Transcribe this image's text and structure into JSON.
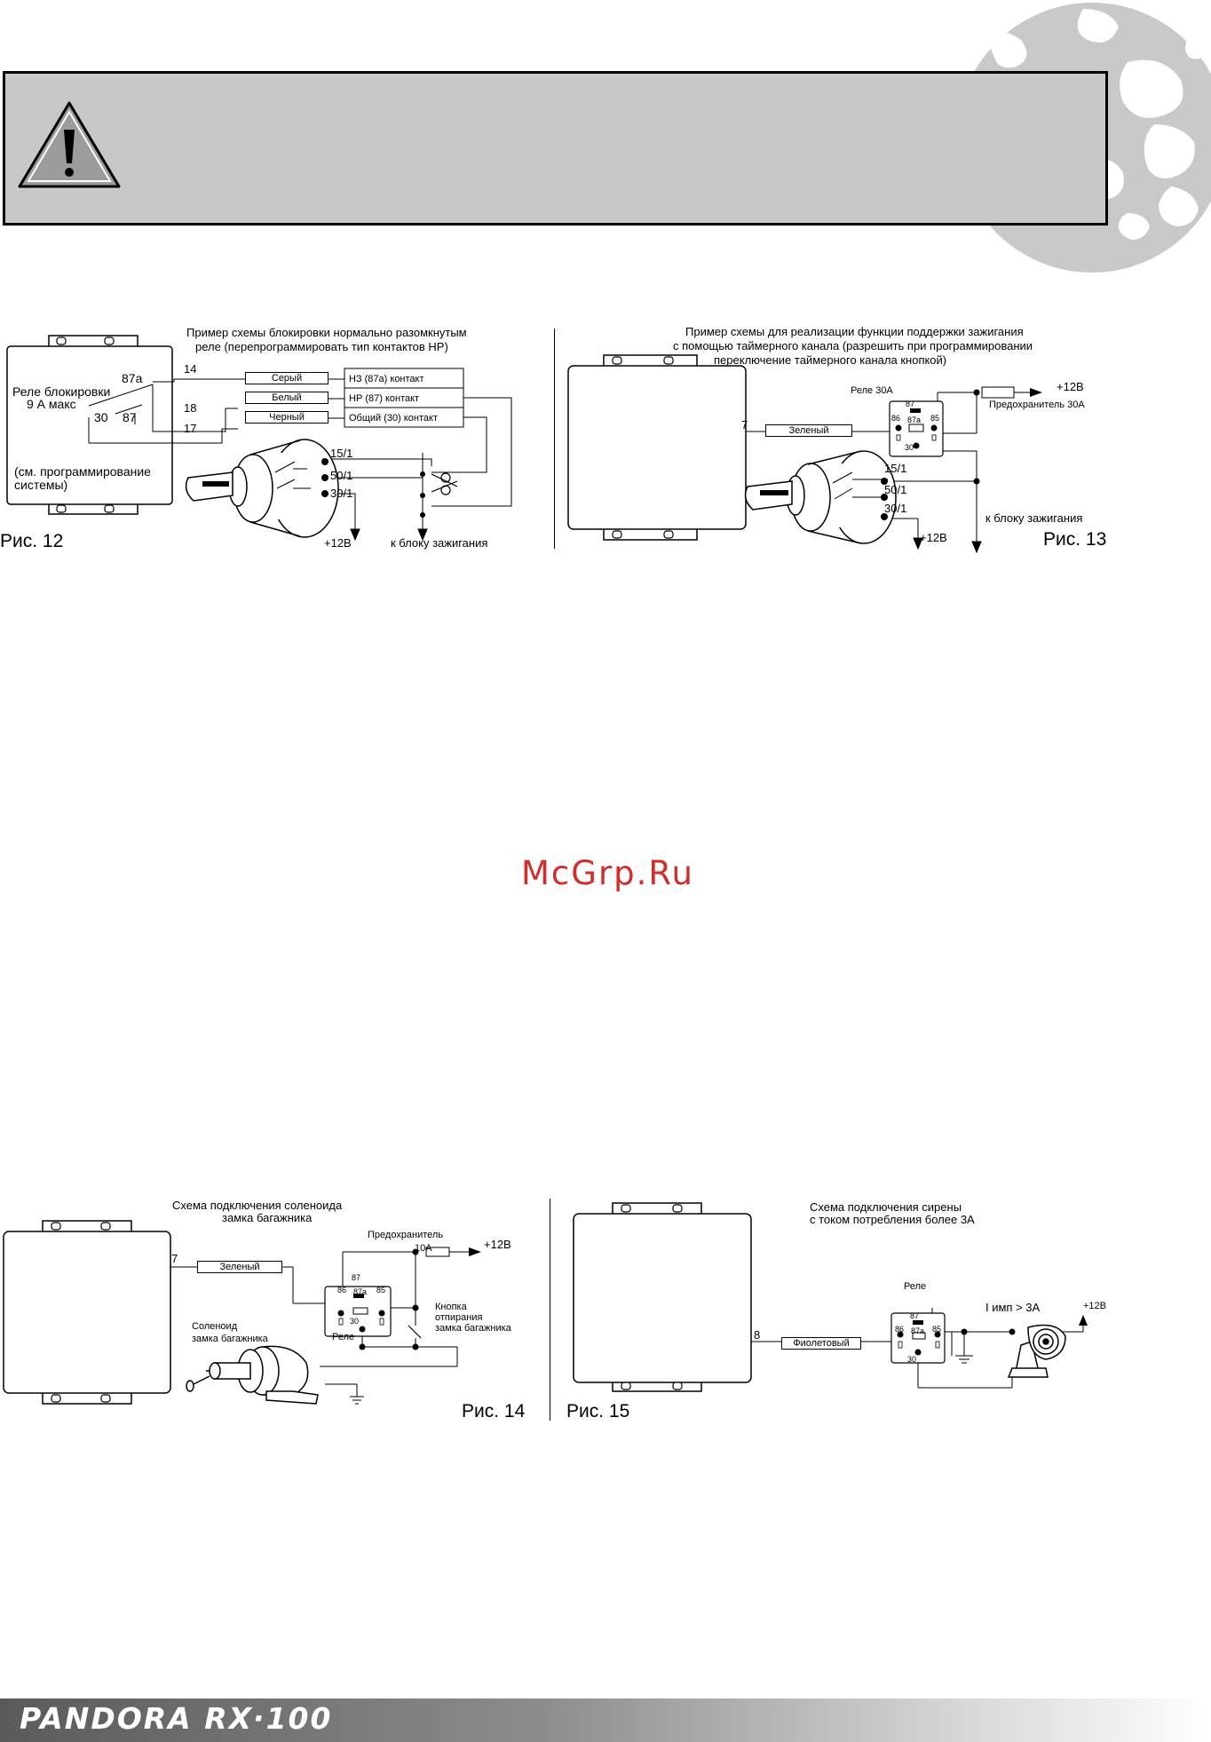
{
  "watermark": "McGrp.Ru",
  "footer": {
    "brand": "PANDORA  RX·100"
  },
  "fig12": {
    "title_line1": "Пример схемы блокировки нормально разомкнутым",
    "title_line2": "реле (перепрограммировать тип контактов НР)",
    "relay_label_line1": "Реле блокировки",
    "relay_label_line2": "9 А макс",
    "note_line1": "(см. программирование",
    "note_line2": "системы)",
    "pin_87a": "87a",
    "pin_30": "30",
    "pin_87": "87",
    "wire_num_14": "14",
    "wire_num_18": "18",
    "wire_num_17": "17",
    "wire_grey": "Серый",
    "wire_white": "Белый",
    "wire_black": "Черный",
    "contact_nc": "НЗ (87a) контакт",
    "contact_no": "НР (87) контакт",
    "contact_common": "Общий (30) контакт",
    "pin_15_1": "15/1",
    "pin_50_1": "50/1",
    "pin_30_1": "30/1",
    "plus12v": "+12В",
    "to_ignition": "к блоку зажигания",
    "caption": "Рис. 12"
  },
  "fig13": {
    "title_line1": "Пример схемы для реализации функции поддержки зажигания",
    "title_line2": "с помощью таймерного канала (разрешить при программировании",
    "title_line3": "переключение таймерного канала кнопкой)",
    "relay_label": "Реле 30А",
    "plus12v_top": "+12В",
    "fuse_label": "Предохранитель 30А",
    "wire_num": "7",
    "wire_green": "Зеленый",
    "pin_87": "87",
    "pin_86": "86",
    "pin_87a": "87a",
    "pin_85": "85",
    "pin_30": "30",
    "pin_15_1": "15/1",
    "pin_50_1": "50/1",
    "pin_30_1": "30/1",
    "plus12v": "+12В",
    "to_ignition": "к блоку зажигания",
    "caption": "Рис. 13"
  },
  "fig14": {
    "title_line1": "Схема подключения соленоида",
    "title_line2": "замка багажника",
    "fuse_label": "Предохранитель",
    "fuse_value": "10А",
    "plus12v": "+12В",
    "wire_num": "7",
    "wire_green": "Зеленый",
    "pin_87": "87",
    "pin_86": "86",
    "pin_87a": "87a",
    "pin_85": "85",
    "pin_30": "30",
    "relay": "Реле",
    "button_line1": "Кнопка",
    "button_line2": "отпирания",
    "button_line3": "замка багажника",
    "solenoid_line1": "Соленоид",
    "solenoid_line2": "замка багажника",
    "caption": "Рис. 14"
  },
  "fig15": {
    "title_line1": "Схема подключения сирены",
    "title_line2": "с током потребления более 3А",
    "relay": "Реле",
    "current": "I имп > 3А",
    "plus12v": "+12В",
    "wire_num": "8",
    "wire_violet": "Фиолетовый",
    "pin_87": "87",
    "pin_86": "86",
    "pin_87a": "87a",
    "pin_85": "85",
    "pin_30": "30",
    "caption": "Рис. 15"
  }
}
